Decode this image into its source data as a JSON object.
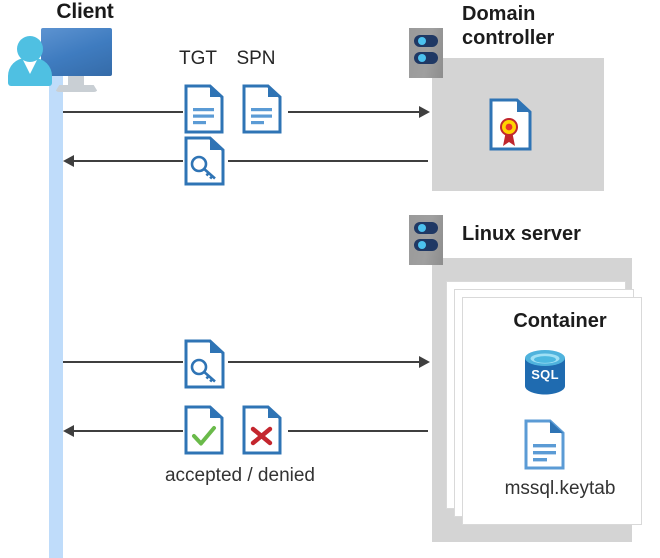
{
  "diagram": {
    "title": "Kerberos authentication flow between client, domain controller and Linux server container",
    "type": "sequence-diagram"
  },
  "client": {
    "label": "Client",
    "icon": "client-computer-icon",
    "lifeline_color": "#bfdcfa"
  },
  "domain_controller": {
    "title_line1": "Domain",
    "title_line2": "controller",
    "rack_icon": "server-rack-icon",
    "panel_color": "#d4d4d4",
    "contents": [
      {
        "icon": "certificate-document-icon",
        "label": ""
      }
    ]
  },
  "linux_server": {
    "title": "Linux server",
    "rack_icon": "server-rack-icon",
    "panel_color": "#d4d4d4",
    "container": {
      "title": "Container",
      "stack_count": 3,
      "items": [
        {
          "icon": "sql-database-icon",
          "label": "SQL"
        },
        {
          "icon": "keytab-document-icon",
          "label": "mssql.keytab"
        }
      ]
    }
  },
  "flows": [
    {
      "id": "flow-tgt-spn-request",
      "direction": "right",
      "from": "client",
      "to": "domain-controller",
      "icons": [
        {
          "name": "tgt-document-icon",
          "label": "TGT"
        },
        {
          "name": "spn-document-icon",
          "label": "SPN"
        }
      ]
    },
    {
      "id": "flow-ticket-response",
      "direction": "left",
      "from": "domain-controller",
      "to": "client",
      "icons": [
        {
          "name": "key-document-icon",
          "label": ""
        }
      ]
    },
    {
      "id": "flow-ticket-presented",
      "direction": "right",
      "from": "client",
      "to": "linux-server",
      "icons": [
        {
          "name": "key-document-icon",
          "label": ""
        }
      ]
    },
    {
      "id": "flow-auth-result",
      "direction": "left",
      "from": "linux-server",
      "to": "client",
      "caption": "accepted / denied",
      "icons": [
        {
          "name": "accepted-document-icon",
          "label": ""
        },
        {
          "name": "denied-document-icon",
          "label": ""
        }
      ]
    }
  ],
  "colors": {
    "doc_blue": "#2f74b5",
    "doc_fold_blue": "#2f74b5",
    "line_gray": "#3f3f3f",
    "panel_gray": "#d4d4d4",
    "check_green": "#6aba4a",
    "cross_red": "#c4262e",
    "medal_gold": "#ffd400",
    "ribbon_red": "#c0272d",
    "sql_blue": "#1f6bb0",
    "monitor_blue": "#3f7cc0",
    "person_cyan": "#4fc0e2"
  }
}
